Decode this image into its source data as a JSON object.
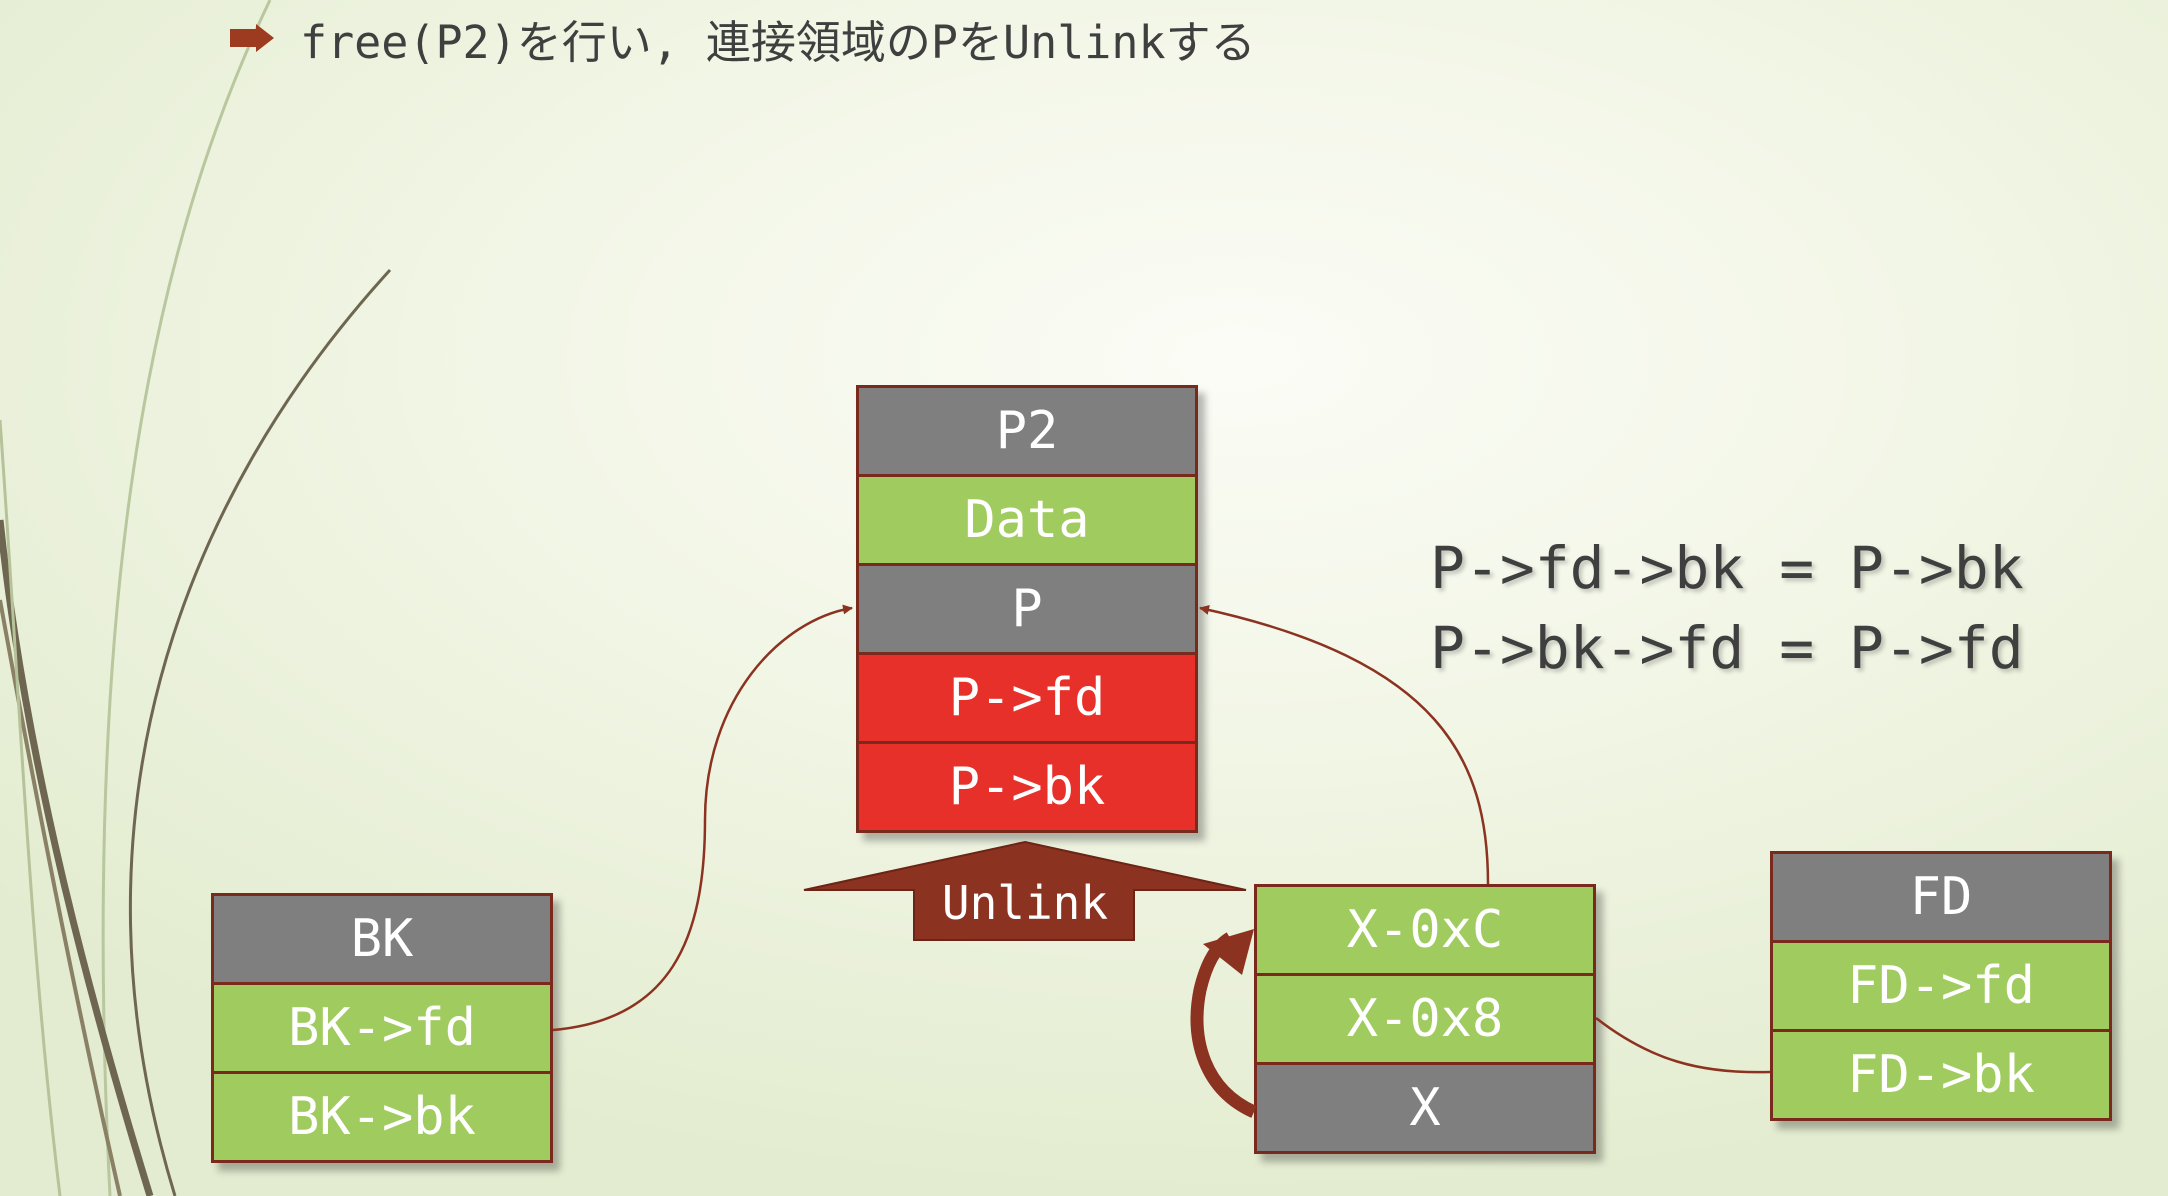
{
  "bullet": {
    "text": "free(P2)を行い, 連接領域のPをUnlinkする"
  },
  "chunk_p2": {
    "header": "P2",
    "data": "Data",
    "p": "P",
    "fd": "P->fd",
    "bk": "P->bk"
  },
  "unlink_label": "Unlink",
  "formulas": {
    "line1": "P->fd->bk = P->bk",
    "line2": "P->bk->fd = P->fd"
  },
  "chunk_bk": {
    "header": "BK",
    "fd": "BK->fd",
    "bk": "BK->bk"
  },
  "chunk_x": {
    "c": "X-0xC",
    "eight": "X-0x8",
    "x": "X"
  },
  "chunk_fd": {
    "header": "FD",
    "fd": "FD->fd",
    "bk": "FD->bk"
  },
  "colors": {
    "gray": "#7f7f7f",
    "green": "#a0cb5e",
    "red": "#e8302a",
    "border": "#7a2a1c",
    "arrow": "#8b3220"
  }
}
